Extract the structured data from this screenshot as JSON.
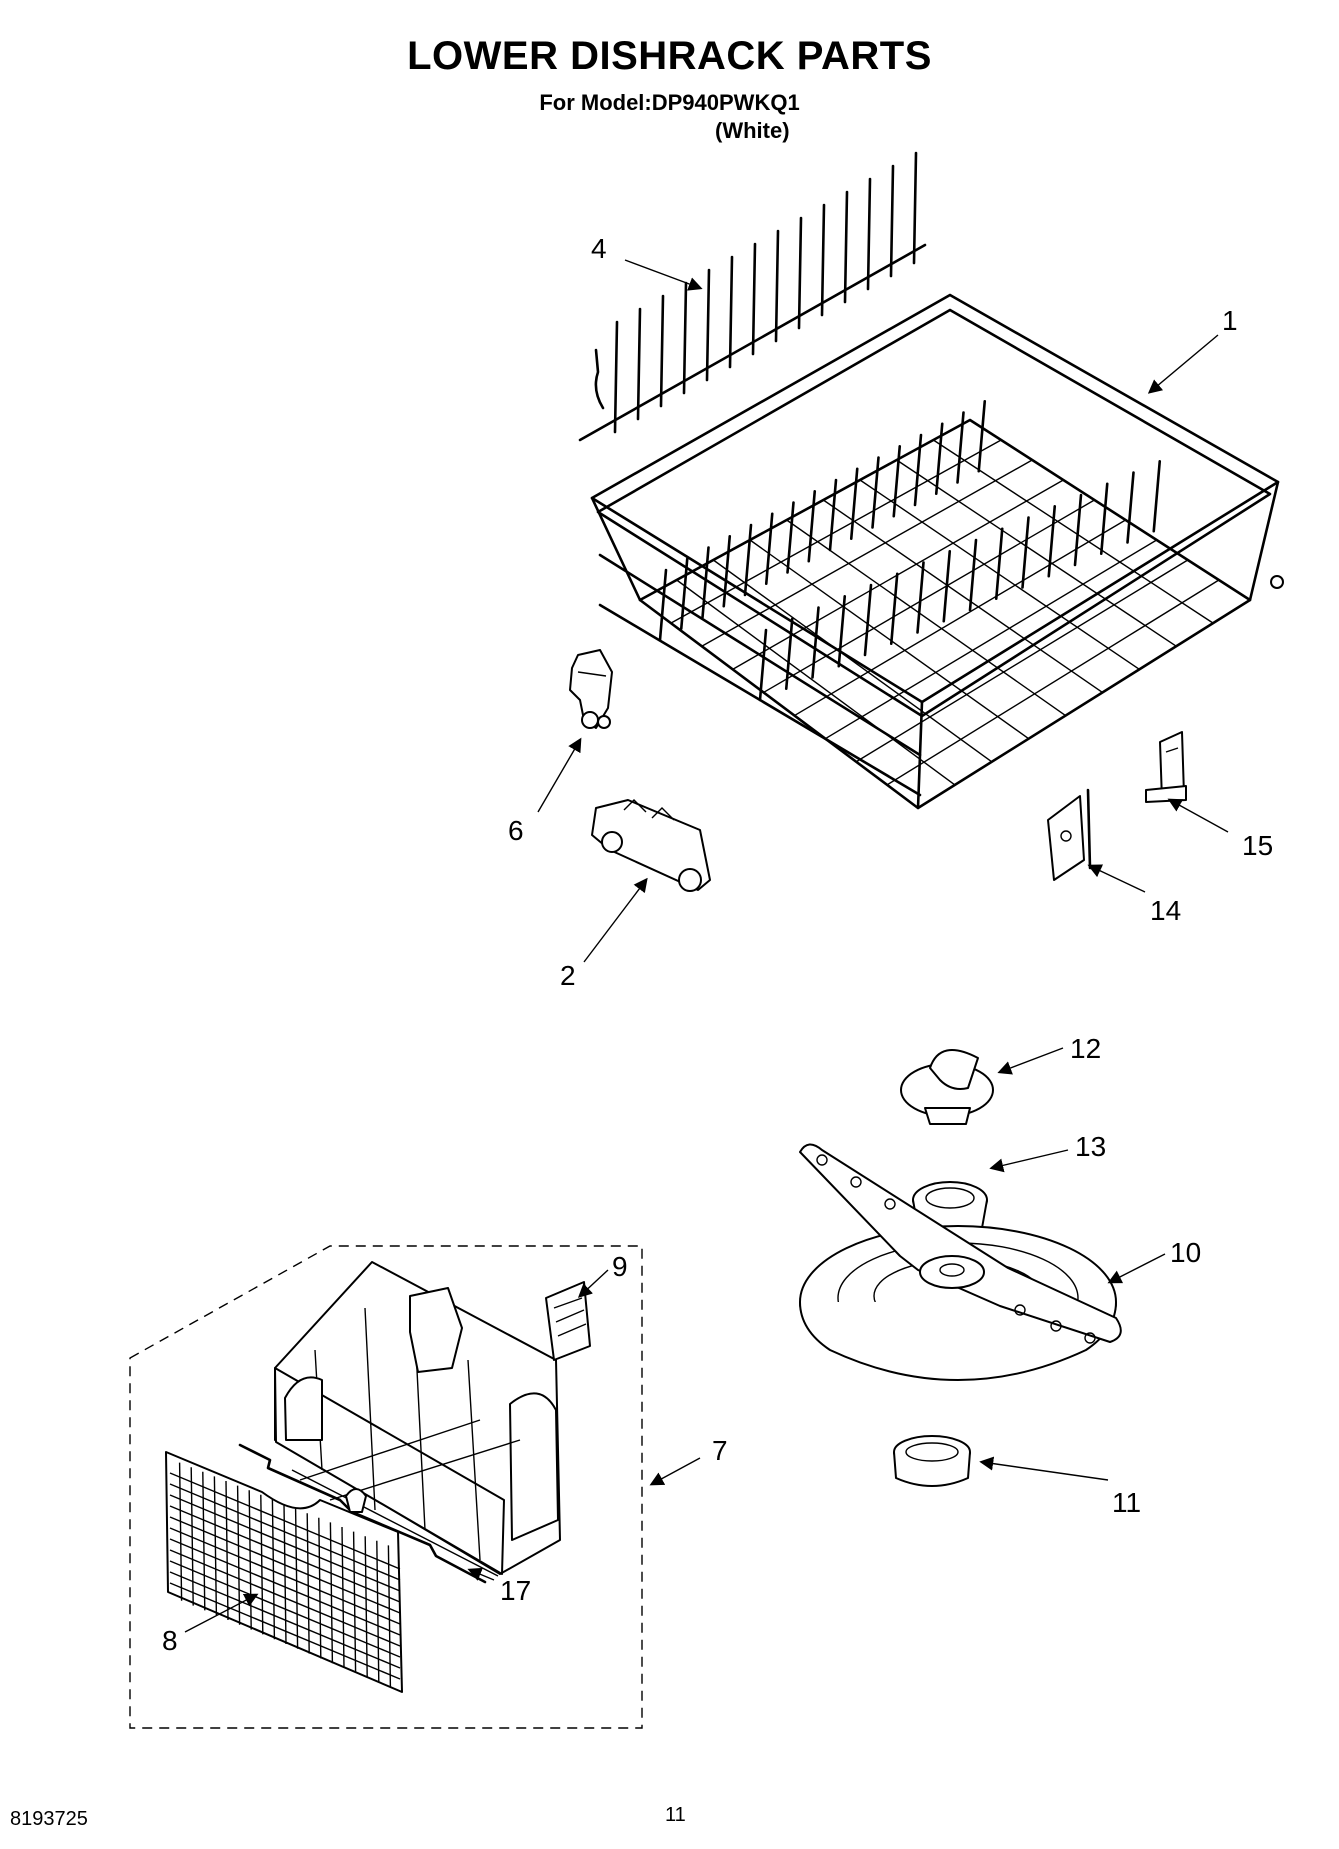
{
  "header": {
    "title": "LOWER DISHRACK PARTS",
    "model_line": "For Model:DP940PWKQ1",
    "color_line": "(White)"
  },
  "callouts": [
    "1",
    "2",
    "4",
    "6",
    "7",
    "8",
    "9",
    "10",
    "11",
    "12",
    "13",
    "14",
    "15",
    "17"
  ],
  "footer": {
    "doc_number": "8193725",
    "page_number": "11"
  }
}
